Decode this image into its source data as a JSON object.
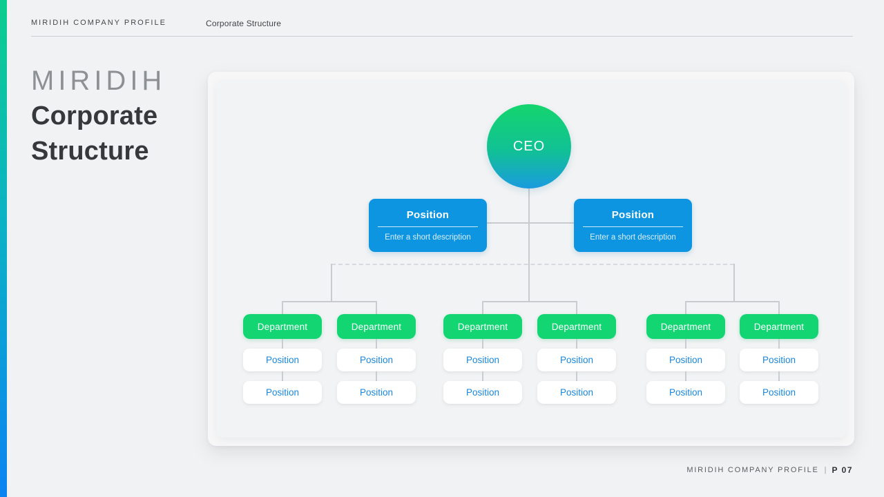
{
  "header": {
    "brand": "MIRIDIH COMPANY PROFILE",
    "section": "Corporate Structure"
  },
  "title": {
    "brand": "MIRIDIH",
    "line1": "Corporate",
    "line2": "Structure"
  },
  "org_chart": {
    "ceo": {
      "label": "CEO"
    },
    "positions": [
      {
        "title": "Position",
        "description": "Enter a short description"
      },
      {
        "title": "Position",
        "description": "Enter a short description"
      }
    ],
    "departments": [
      {
        "label": "Department",
        "positions": [
          "Position",
          "Position"
        ]
      },
      {
        "label": "Department",
        "positions": [
          "Position",
          "Position"
        ]
      },
      {
        "label": "Department",
        "positions": [
          "Position",
          "Position"
        ]
      },
      {
        "label": "Department",
        "positions": [
          "Position",
          "Position"
        ]
      },
      {
        "label": "Department",
        "positions": [
          "Position",
          "Position"
        ]
      },
      {
        "label": "Department",
        "positions": [
          "Position",
          "Position"
        ]
      }
    ]
  },
  "footer": {
    "brand": "MIRIDIH COMPANY PROFILE",
    "separator": "|",
    "page": "P 07"
  },
  "colors": {
    "accent_gradient_top": "#0ccd8e",
    "accent_gradient_bottom": "#0b83f1",
    "ceo_gradient_top": "#14d56d",
    "ceo_gradient_bottom": "#1a9bdf",
    "position_card_blue": "#0e95e2",
    "department_green": "#13d673",
    "position_text_blue": "#1a87dc",
    "connector_gray": "#c7cace",
    "slide_background": "#f1f2f3"
  }
}
